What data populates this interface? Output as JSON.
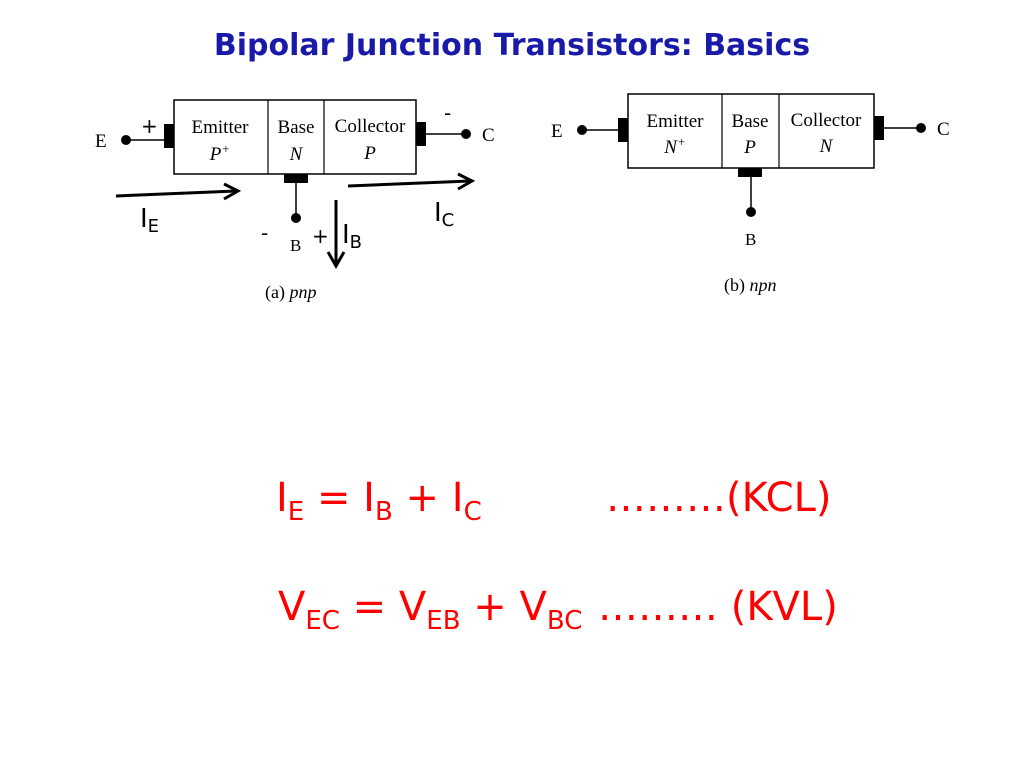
{
  "title": "Bipolar Junction Transistors: Basics",
  "pnp": {
    "emitter": {
      "label": "Emitter",
      "type_letter": "P",
      "type_sup": "+"
    },
    "base": {
      "label": "Base",
      "type_letter": "N"
    },
    "collector": {
      "label": "Collector",
      "type_letter": "P"
    },
    "terminal_e": "E",
    "terminal_b": "B",
    "terminal_c": "C",
    "emitter_sign": "+",
    "collector_sign": "-",
    "base_minus": "-",
    "base_plus": "+",
    "current_e": {
      "main": "I",
      "sub": "E"
    },
    "current_c": {
      "main": "I",
      "sub": "C"
    },
    "current_b": {
      "main": "I",
      "sub": "B"
    },
    "caption_prefix": "(a)",
    "caption_name": "pnp"
  },
  "npn": {
    "emitter": {
      "label": "Emitter",
      "type_letter": "N",
      "type_sup": "+"
    },
    "base": {
      "label": "Base",
      "type_letter": "P"
    },
    "collector": {
      "label": "Collector",
      "type_letter": "N"
    },
    "terminal_e": "E",
    "terminal_b": "B",
    "terminal_c": "C",
    "caption_prefix": "(b)",
    "caption_name": "npn"
  },
  "equations": {
    "kcl": {
      "t1": "I",
      "s1": "E",
      "t2": " = I",
      "s2": "B",
      "t3": " + I",
      "s3": "C",
      "note": "………(KCL)"
    },
    "kvl": {
      "t1": "V",
      "s1": "EC",
      "t2": " = V",
      "s2": "EB",
      "t3": " + V",
      "s3": "BC",
      "note": "……… (KVL)"
    }
  },
  "colors": {
    "title": "#1a1aa8",
    "equations": "#ff0000"
  }
}
